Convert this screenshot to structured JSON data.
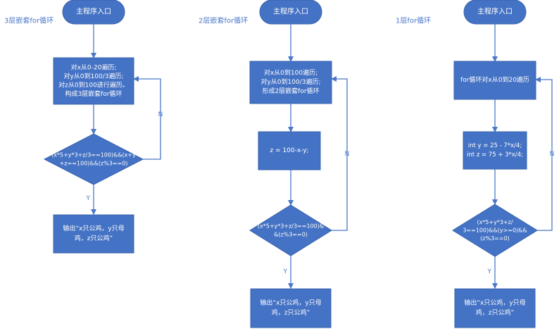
{
  "colors": {
    "fill": "#4472C4",
    "stroke": "#3A64AE",
    "arrow": "#4A78C8",
    "text_on_shape": "#ffffff",
    "caption": "#4A78C8",
    "label": "#4A78C8"
  },
  "columns": [
    {
      "caption": "3层嵌套for循环",
      "start": "主程序入口",
      "loop_box": [
        "对x从0-20遍历;",
        "对y从0到100/3遍历;",
        "对z从0到100进行遍历。",
        "构成3层嵌套for循环"
      ],
      "decision": [
        "(x*5+y*3+z/3==100)&&(x+y",
        "+z==100)&&(z%3==0)"
      ],
      "output": [
        "输出“x只公鸡，y只母",
        "鸡，z只公鸡”"
      ],
      "no_label": "N",
      "yes_label": "Y"
    },
    {
      "caption": "2层嵌套for循环",
      "start": "主程序入口",
      "loop_box": [
        "对x从0到100遍历;",
        "对y从0到100/3遍历;",
        "形成2层嵌套for循环"
      ],
      "assign_box": [
        "z = 100-x-y;"
      ],
      "decision": [
        "(x*5+y*3+z/3==100)&",
        "&(z%3==0)"
      ],
      "output": [
        "输出“x只公鸡，y只母",
        "鸡，z只公鸡”"
      ],
      "no_label": "N",
      "yes_label": "Y"
    },
    {
      "caption": "1层for循环",
      "start": "主程序入口",
      "loop_box": [
        "for循环对x从0到20遍历"
      ],
      "assign_box": [
        "int y = 25  -  7*x/4;",
        "int z = 75 + 3*x/4;"
      ],
      "decision": [
        "(x*5+y*3+z/",
        "3==100)&&(y>=0)&&",
        "(z%3==0)"
      ],
      "output": [
        "输出“x只公鸡，y只母",
        "鸡，z只公鸡”"
      ],
      "no_label": "N",
      "yes_label": "Y"
    }
  ]
}
